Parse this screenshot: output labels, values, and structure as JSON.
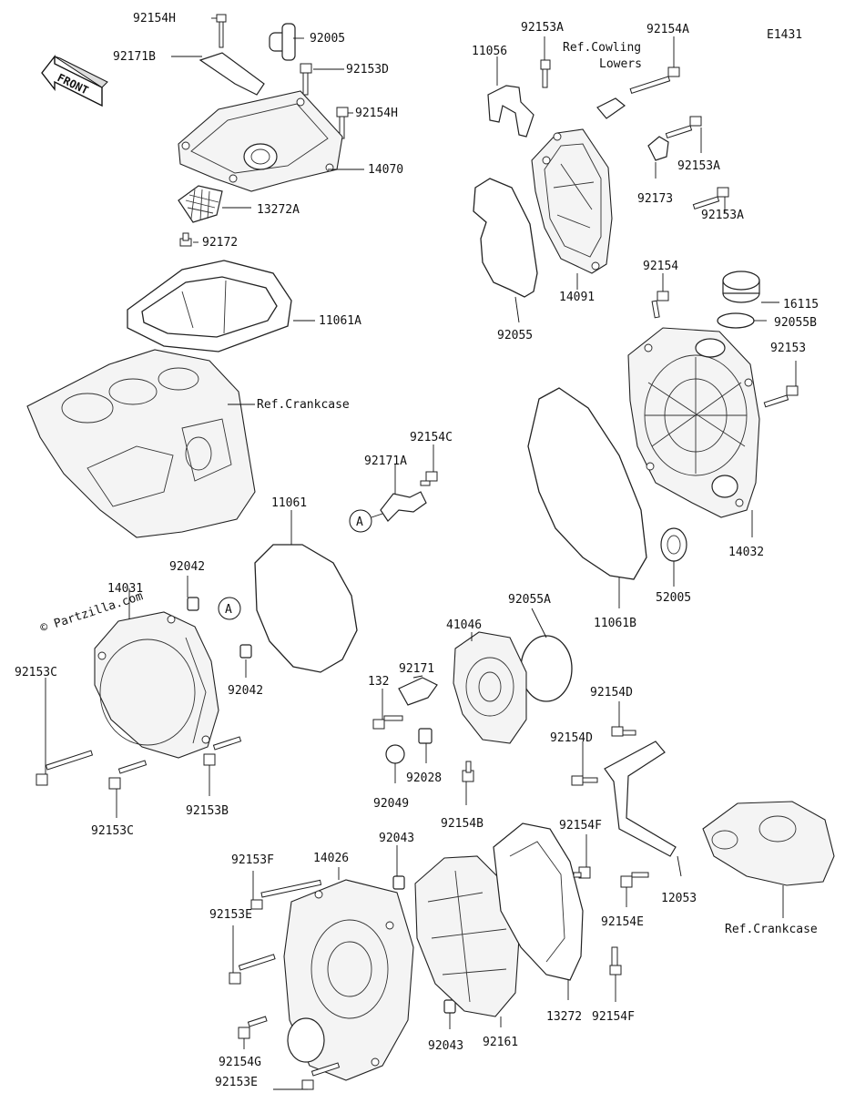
{
  "diagram_code": "E1431",
  "front_label": "FRONT",
  "watermark": "© Partzilla.com",
  "reference_labels": {
    "crankcase_top": "Ref.Crankcase",
    "crankcase_bottom": "Ref.Crankcase",
    "cowling_line1": "Ref.Cowling",
    "cowling_line2": "Lowers"
  },
  "callouts": {
    "circle_a": "A",
    "p92154H_top": "92154H",
    "p92171B": "92171B",
    "p92005": "92005",
    "p92153D": "92153D",
    "p92154H_mid": "92154H",
    "p14070": "14070",
    "p13272A": "13272A",
    "p92172": "92172",
    "p11061A": "11061A",
    "p92153A_top": "92153A",
    "p11056": "11056",
    "p92154A": "92154A",
    "p92153A_mid": "92153A",
    "p92173": "92173",
    "p92153A_low": "92153A",
    "p14091": "14091",
    "p92055": "92055",
    "p92154": "92154",
    "p16115": "16115",
    "p92055B": "92055B",
    "p92153": "92153",
    "p14032": "14032",
    "p52005": "52005",
    "p11061B": "11061B",
    "p92154C": "92154C",
    "p92171A": "92171A",
    "p11061": "11061",
    "p92042_top": "92042",
    "p14031": "14031",
    "p92042_mid": "92042",
    "p92153C_left": "92153C",
    "p92153B": "92153B",
    "p92153C_bottom": "92153C",
    "p92055A": "92055A",
    "p41046": "41046",
    "p92171": "92171",
    "p132": "132",
    "p92028": "92028",
    "p92049": "92049",
    "p92154B": "92154B",
    "p92154D_top": "92154D",
    "p92154D_mid": "92154D",
    "p12053": "12053",
    "p92154E": "92154E",
    "p92154F_top": "92154F",
    "p92043_top": "92043",
    "p14026": "14026",
    "p92153F": "92153F",
    "p92153E_top": "92153E",
    "p92154G": "92154G",
    "p92153E_bottom": "92153E",
    "p92043_bottom": "92043",
    "p92161": "92161",
    "p13272": "13272",
    "p92154F_bottom": "92154F"
  }
}
